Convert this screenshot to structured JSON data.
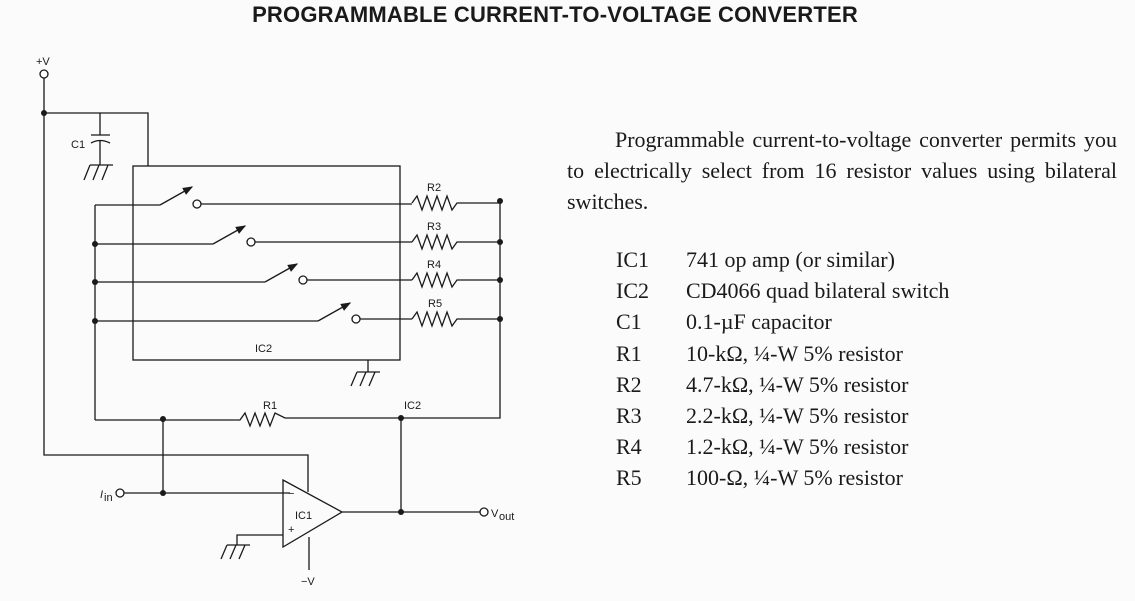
{
  "title": "PROGRAMMABLE CURRENT-TO-VOLTAGE CONVERTER",
  "description": "Programmable current-to-voltage converter permits you to electrically select from 16 resistor values using bilateral switches.",
  "schematic_labels": {
    "vplus": "+V",
    "vminus": "−V",
    "c1": "C1",
    "ic2_box": "IC2",
    "ic2_node": "IC2",
    "r1": "R1",
    "r2": "R2",
    "r3": "R3",
    "r4": "R4",
    "r5": "R5",
    "ic1": "IC1",
    "iin_main": "I",
    "iin_sub": "in",
    "vout_main": "V",
    "vout_sub": "out",
    "minus": "−",
    "plus": "+"
  },
  "parts": [
    {
      "ref": "IC1",
      "value": "741 op amp (or similar)"
    },
    {
      "ref": "IC2",
      "value": "CD4066 quad bilateral switch"
    },
    {
      "ref": "C1",
      "value": "0.1-µF capacitor"
    },
    {
      "ref": "R1",
      "value": "10-kΩ, ¼-W 5% resistor"
    },
    {
      "ref": "R2",
      "value": "4.7-kΩ, ¼-W 5% resistor"
    },
    {
      "ref": "R3",
      "value": "2.2-kΩ, ¼-W 5% resistor"
    },
    {
      "ref": "R4",
      "value": "1.2-kΩ, ¼-W 5% resistor"
    },
    {
      "ref": "R5",
      "value": "100-Ω, ¼-W 5% resistor"
    }
  ]
}
